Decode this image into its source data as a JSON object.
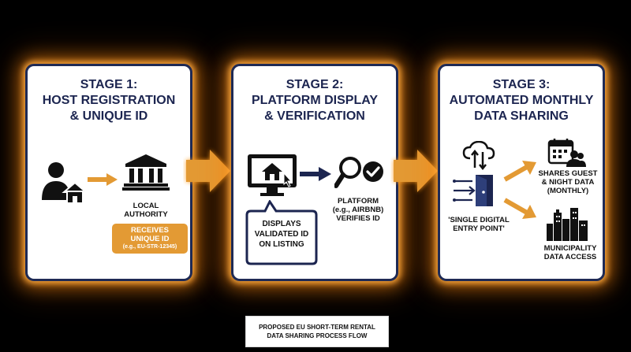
{
  "stages": [
    {
      "number": "STAGE 1:",
      "title": "HOST REGISTRATION\n& UNIQUE ID",
      "authority_label": "LOCAL\nAUTHORITY",
      "receives_label": "RECEIVES\nUNIQUE ID",
      "id_example": "(e.g., EU-STR-12345)",
      "icons": [
        "person-icon",
        "house-icon",
        "arrow-right-icon",
        "government-building-icon"
      ]
    },
    {
      "number": "STAGE 2:",
      "title": "PLATFORM DISPLAY\n& VERIFICATION",
      "speech_label": "DISPLAYS\nVALIDATED ID\nON LISTING",
      "platform_label": "PLATFORM\n(e.g., AIRBNB)\nVERIFIES ID",
      "icons": [
        "monitor-house-icon",
        "cursor-icon",
        "arrow-right-icon",
        "magnifier-icon",
        "checkmark-icon"
      ]
    },
    {
      "number": "STAGE 3:",
      "title": "AUTOMATED MONTHLY\nDATA SHARING",
      "entry_label": "'SINGLE DIGITAL\nENTRY POINT'",
      "shares_label": "SHARES GUEST\n& NIGHT DATA\n(MONTHLY)",
      "municipality_label": "MUNICIPALITY\nDATA ACCESS",
      "icons": [
        "cloud-sync-icon",
        "door-entry-icon",
        "calendar-people-icon",
        "city-skyline-icon"
      ]
    }
  ],
  "caption": "PROPOSED EU SHORT-TERM RENTAL\nDATA SHARING PROCESS FLOW",
  "colors": {
    "background": "#000000",
    "navy": "#1c2550",
    "orange": "#e39a34",
    "glow": "#ff9a1f"
  }
}
